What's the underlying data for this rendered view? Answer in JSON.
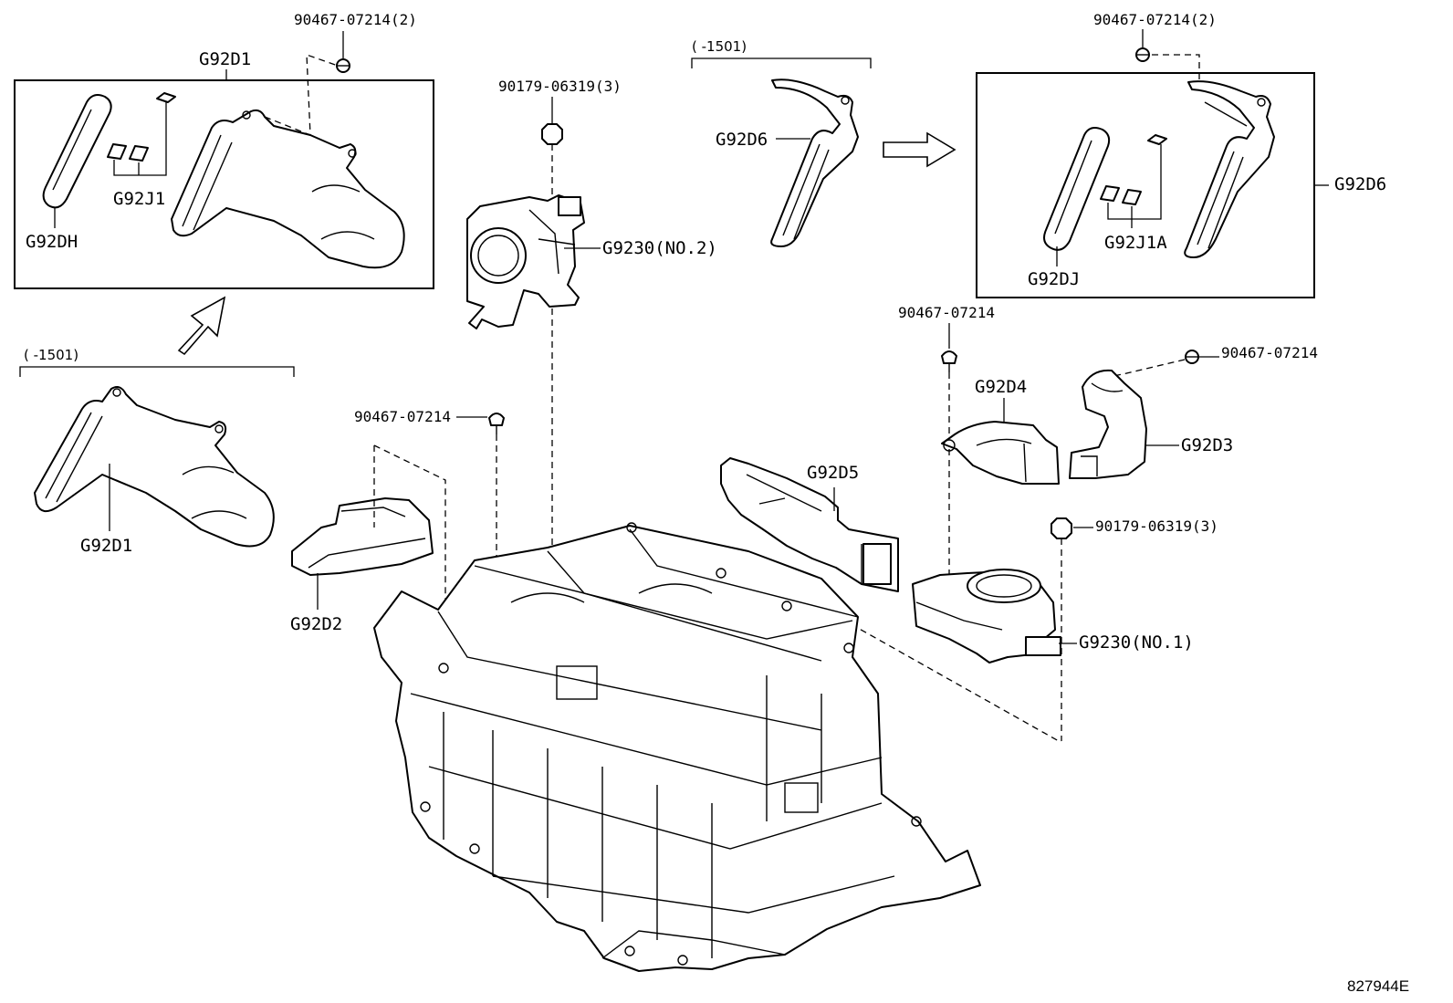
{
  "figure_id": "827944E",
  "range_labels": {
    "left": "(      -1501)",
    "top_center": "(      -1501)"
  },
  "labels": {
    "bolt_top_left": "90467-07214(2)",
    "g92d1_box": "G92D1",
    "g92dh": "G92DH",
    "g92j1": "G92J1",
    "g92d1_lower": "G92D1",
    "nut_top_center": "90179-06319(3)",
    "g9230_no2": "G9230(NO.2)",
    "g92d6_left": "G92D6",
    "bolt_top_right": "90467-07214(2)",
    "g92d6_right": "G92D6",
    "g92j1a": "G92J1A",
    "g92dj": "G92DJ",
    "bolt_mid_right": "90467-07214",
    "g92d4": "G92D4",
    "bolt_far_right": "90467-07214",
    "g92d3": "G92D3",
    "g92d5": "G92D5",
    "nut_right": "90179-06319(3)",
    "g9230_no1": "G9230(NO.1)",
    "bolt_center": "90467-07214",
    "g92d2": "G92D2"
  }
}
